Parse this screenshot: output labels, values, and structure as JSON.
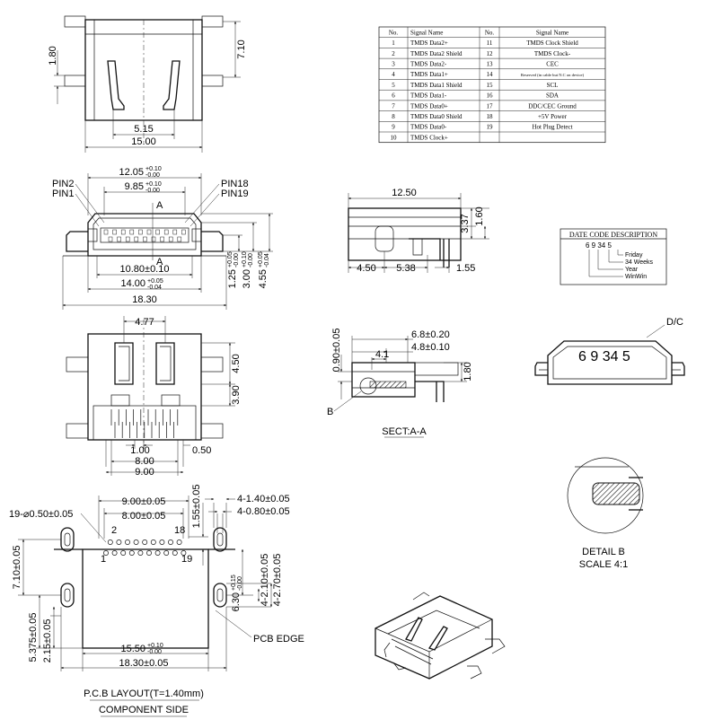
{
  "pin_table": {
    "headers": [
      "No.",
      "Signal Name",
      "No.",
      "Signal Name"
    ],
    "rows": [
      [
        "1",
        "TMDS Data2+",
        "11",
        "TMDS Clock Shield"
      ],
      [
        "2",
        "TMDS Data2 Shield",
        "12",
        "TMDS Clock-"
      ],
      [
        "3",
        "TMDS Data2-",
        "13",
        "CEC"
      ],
      [
        "4",
        "TMDS Data1+",
        "14",
        "Reserved (in cable but N.C on device)"
      ],
      [
        "5",
        "TMDS Data1 Shield",
        "15",
        "SCL"
      ],
      [
        "6",
        "TMDS Data1-",
        "16",
        "SDA"
      ],
      [
        "7",
        "TMDS Data0+",
        "17",
        "DDC/CEC Ground"
      ],
      [
        "8",
        "TMDS Data0 Shield",
        "18",
        "+5V Power"
      ],
      [
        "9",
        "TMDS Data0-",
        "19",
        "Hot Plug Detect"
      ],
      [
        "10",
        "TMDS Clock+",
        "",
        ""
      ]
    ]
  },
  "top_view": {
    "d_7_10": "7.10",
    "d_1_80": "1.80",
    "d_5_15": "5.15",
    "d_15_00": "15.00"
  },
  "front_view": {
    "d_12_05": "12.05",
    "d_12_05_tol_plus": "+0.10",
    "d_12_05_tol_minus": "-0.00",
    "d_9_85": "9.85",
    "d_9_85_tol_plus": "+0.10",
    "d_9_85_tol_minus": "-0.00",
    "pin2": "PIN2",
    "pin1": "PIN1",
    "pin18": "PIN18",
    "pin19": "PIN19",
    "section_a_top": "A",
    "section_a_bottom": "A",
    "d_10_80": "10.80±0.10",
    "d_14_00": "14.00",
    "d_14_00_tol_plus": "+0.05",
    "d_14_00_tol_minus": "-0.04",
    "d_18_30": "18.30",
    "d_1_25": "1.25",
    "d_1_25_tol_plus": "+0.05",
    "d_1_25_tol_minus": "-0.00",
    "d_3_00": "3.00",
    "d_3_00_tol_plus": "+0.10",
    "d_3_00_tol_minus": "-0.00",
    "d_4_55": "4.55",
    "d_4_55_tol_plus": "+0.05",
    "d_4_55_tol_minus": "-0.04"
  },
  "side_view": {
    "d_12_50": "12.50",
    "d_3_37": "3.37",
    "d_1_60": "1.60",
    "d_4_50": "4.50",
    "d_5_38": "5.38",
    "d_1_55": "1.55"
  },
  "date_code": {
    "title": "DATE CODE DESCRIPTION",
    "code": "6 9 34 5",
    "friday": "Friday",
    "weeks": "34 Weeks",
    "year": "Year",
    "winwin": "WinWin"
  },
  "bottom_view": {
    "d_4_77": "4.77",
    "d_4_50": "4.50",
    "d_3_90": "3.90",
    "d_1_00": "1.00",
    "d_0_50": "0.50",
    "d_8_00": "8.00",
    "d_9_00": "9.00"
  },
  "section": {
    "d_6_8": "6.8±0.20",
    "d_4_8": "4.8±0.10",
    "d_4_1": "4.1",
    "d_0_90": "0.90±0.05",
    "d_1_80": "1.80",
    "detail_b": "B",
    "title": "SECT:A-A"
  },
  "dc_view": {
    "label": "D/C",
    "code": "6 9 34 5"
  },
  "detail_b": {
    "title": "DETAIL B",
    "scale": "SCALE 4:1"
  },
  "pcb_layout": {
    "d_holes": "19-⌀0.50±0.05",
    "d_9_00": "9.00±0.05",
    "d_8_00": "8.00±0.05",
    "d_1_55": "1.55±0.05",
    "d_1_40": "4-1.40±0.05",
    "d_0_80": "4-0.80±0.05",
    "pin2": "2",
    "pin1": "1",
    "pin18": "18",
    "pin19": "19",
    "d_7_10": "7.10±0.05",
    "d_6_30": "6.30",
    "d_6_30_tol_plus": "+0.15",
    "d_6_30_tol_minus": "-0.00",
    "d_2_10": "4-2.10±0.05",
    "d_2_70": "4-2.70±0.05",
    "pcb_edge": "PCB EDGE",
    "d_5_375": "5.375±0.05",
    "d_2_15": "2.15±0.05",
    "d_15_50": "15.50",
    "d_15_50_tol_plus": "+0.10",
    "d_15_50_tol_minus": "-0.00",
    "d_18_30": "18.30±0.05",
    "title": "P.C.B LAYOUT(T=1.40mm)",
    "subtitle": "COMPONENT SIDE"
  }
}
